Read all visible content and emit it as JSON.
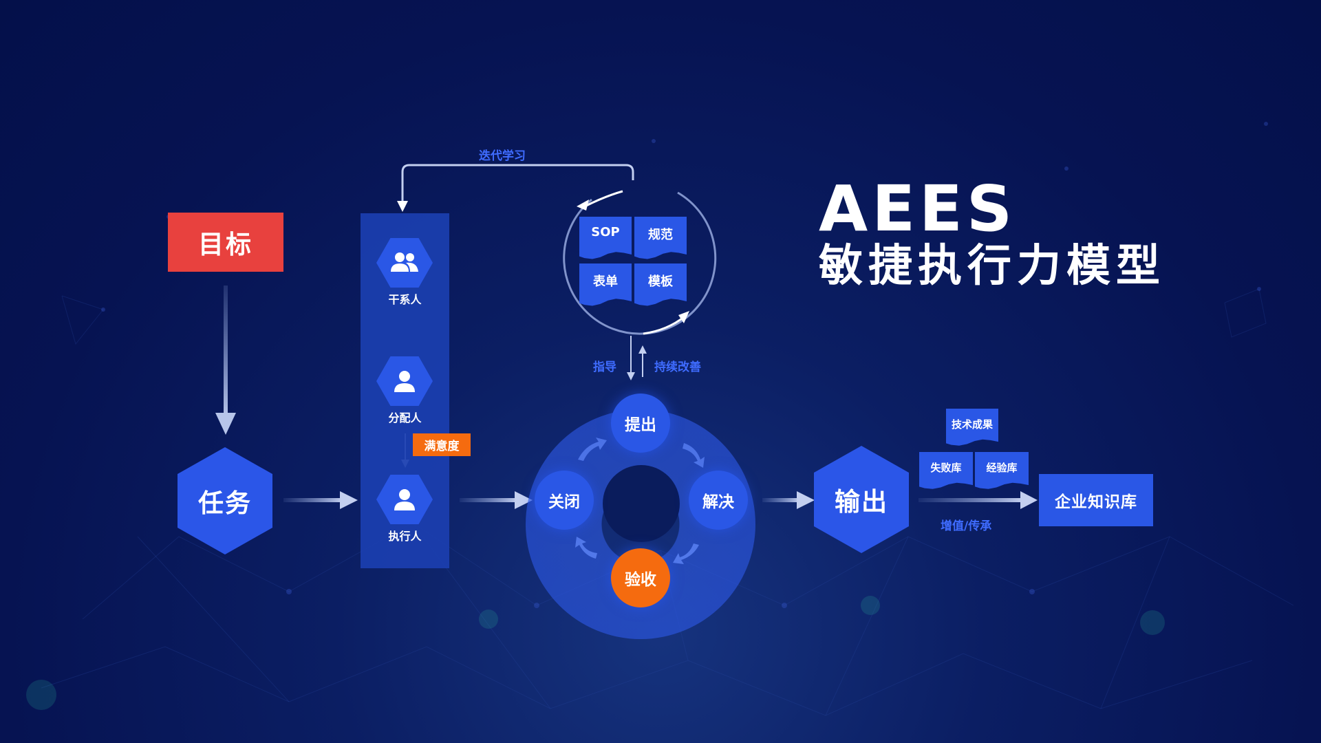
{
  "title": {
    "main": "AEES",
    "subtitle": "敏捷执行力模型"
  },
  "goal": "目标",
  "task": "任务",
  "iterate_label": "迭代学习",
  "people": [
    {
      "label": "干系人",
      "icon": "group-icon"
    },
    {
      "label": "分配人",
      "icon": "person-icon"
    },
    {
      "label": "执行人",
      "icon": "person-icon"
    }
  ],
  "satisfaction": "满意度",
  "docs": {
    "sop": "SOP",
    "spec": "规范",
    "form": "表单",
    "template": "模板"
  },
  "guide_label": "指导",
  "improve_label": "持续改善",
  "cycle": {
    "propose": "提出",
    "solve": "解决",
    "accept": "验收",
    "close": "关闭"
  },
  "output": "输出",
  "libraries": {
    "tech": "技术成果",
    "failure": "失败库",
    "experience": "经验库"
  },
  "value_label": "增值/传承",
  "knowledge_base": "企业知识库",
  "colors": {
    "background": "#061352",
    "primary": "#2a57e6",
    "goal_red": "#e8413e",
    "accent_orange": "#f56b0f",
    "label_blue": "#3f6cff"
  }
}
